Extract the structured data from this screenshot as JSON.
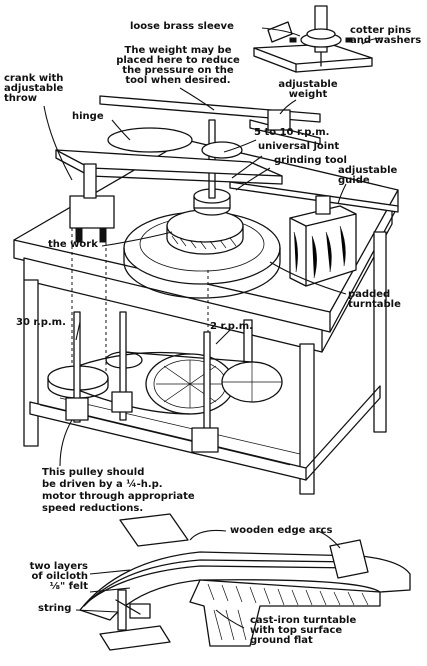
{
  "labels": {
    "loose_sleeve": "loose brass sleeve",
    "cotter_pins": [
      "cotter pins",
      "and washers"
    ],
    "weight_note": [
      "The weight may be",
      "placed here to reduce",
      "the pressure on the",
      "tool when desired."
    ],
    "crank": [
      "crank with",
      "adjustable",
      "throw"
    ],
    "adjustable_weight": [
      "adjustable",
      "weight"
    ],
    "hinge": "hinge",
    "rpm_5_10": "5 to 10 r.p.m.",
    "universal_joint": "universal joint",
    "grinding_tool": "grinding tool",
    "adjustable_guide": [
      "adjustable",
      "guide"
    ],
    "the_work": "the work",
    "padded_turntable": [
      "padded",
      "turntable"
    ],
    "rpm_30": "30 r.p.m.",
    "rpm_2": "2 r.p.m.",
    "pulley_note": [
      "This pulley should",
      "be driven by a ¼-h.p.",
      "motor through appropriate",
      "speed reductions."
    ],
    "wooden_edge_arcs": "wooden edge arcs",
    "oilcloth": [
      "two layers",
      "of oilcloth",
      "⅛\" felt"
    ],
    "string": "string",
    "cast_iron": [
      "cast-iron turntable",
      "with top surface",
      "ground flat"
    ]
  }
}
